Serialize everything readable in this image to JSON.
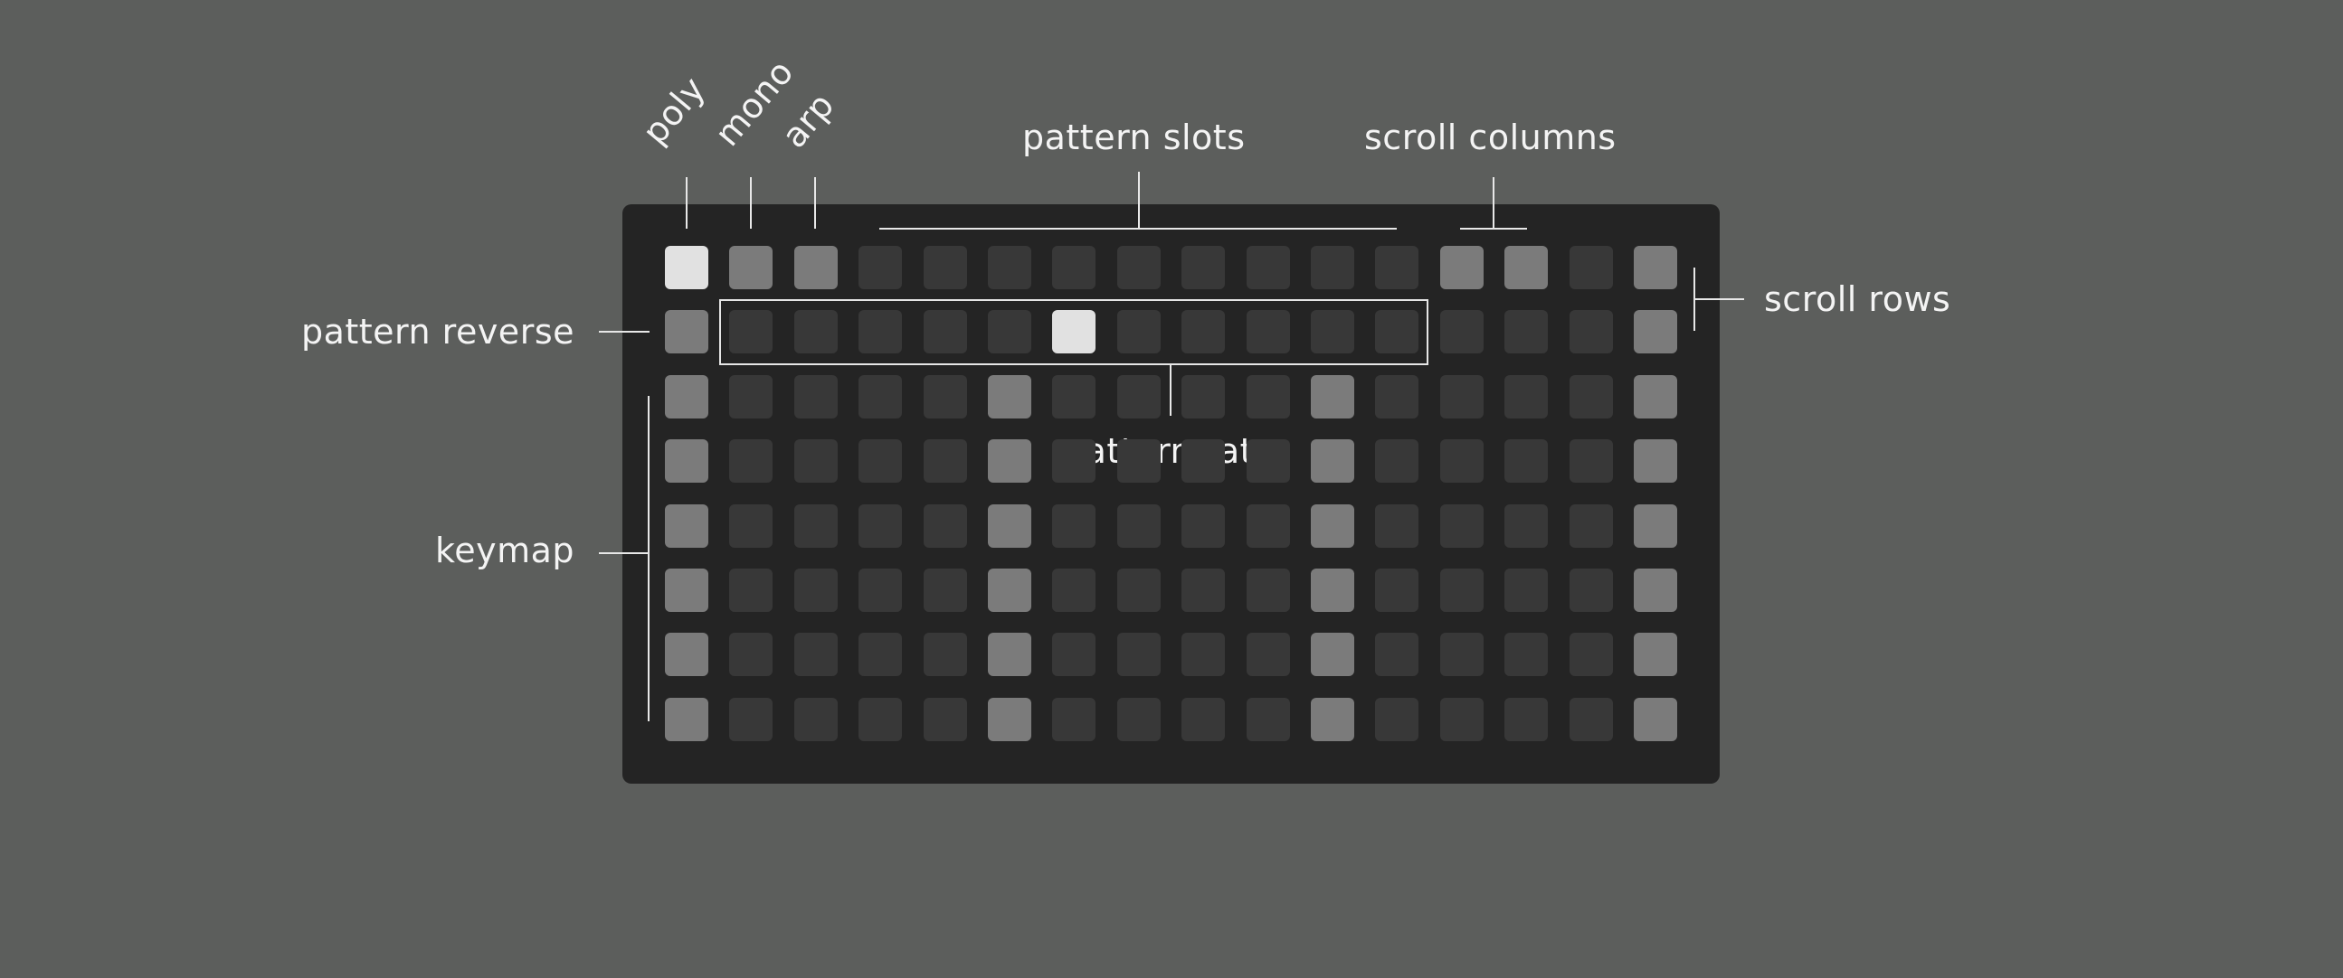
{
  "labels": {
    "poly": "poly",
    "mono": "mono",
    "arp": "arp",
    "pattern_slots": "pattern slots",
    "scroll_columns": "scroll columns",
    "scroll_rows": "scroll rows",
    "pattern_reverse": "pattern reverse",
    "pattern_rate": "pattern rate",
    "keymap": "keymap"
  },
  "colors": {
    "background": "#5c5e5c",
    "device": "#242424",
    "pad_off": "#383838",
    "pad_dim": "#7b7b7b",
    "pad_bright": "#e1e1e1",
    "callout": "#e8e8e8"
  },
  "grid": {
    "columns": 16,
    "rows": 8,
    "levels": [
      [
        2,
        1,
        1,
        0,
        0,
        0,
        0,
        0,
        0,
        0,
        0,
        0,
        1,
        1,
        0,
        1
      ],
      [
        1,
        0,
        0,
        0,
        0,
        0,
        2,
        0,
        0,
        0,
        0,
        0,
        0,
        0,
        0,
        1
      ],
      [
        1,
        0,
        0,
        0,
        0,
        1,
        0,
        0,
        0,
        0,
        1,
        0,
        0,
        0,
        0,
        1
      ],
      [
        1,
        0,
        0,
        0,
        0,
        1,
        0,
        0,
        0,
        0,
        1,
        0,
        0,
        0,
        0,
        1
      ],
      [
        1,
        0,
        0,
        0,
        0,
        1,
        0,
        0,
        0,
        0,
        1,
        0,
        0,
        0,
        0,
        1
      ],
      [
        1,
        0,
        0,
        0,
        0,
        1,
        0,
        0,
        0,
        0,
        1,
        0,
        0,
        0,
        0,
        1
      ],
      [
        1,
        0,
        0,
        0,
        0,
        1,
        0,
        0,
        0,
        0,
        1,
        0,
        0,
        0,
        0,
        1
      ],
      [
        1,
        0,
        0,
        0,
        0,
        1,
        0,
        0,
        0,
        0,
        1,
        0,
        0,
        0,
        0,
        1
      ]
    ]
  }
}
